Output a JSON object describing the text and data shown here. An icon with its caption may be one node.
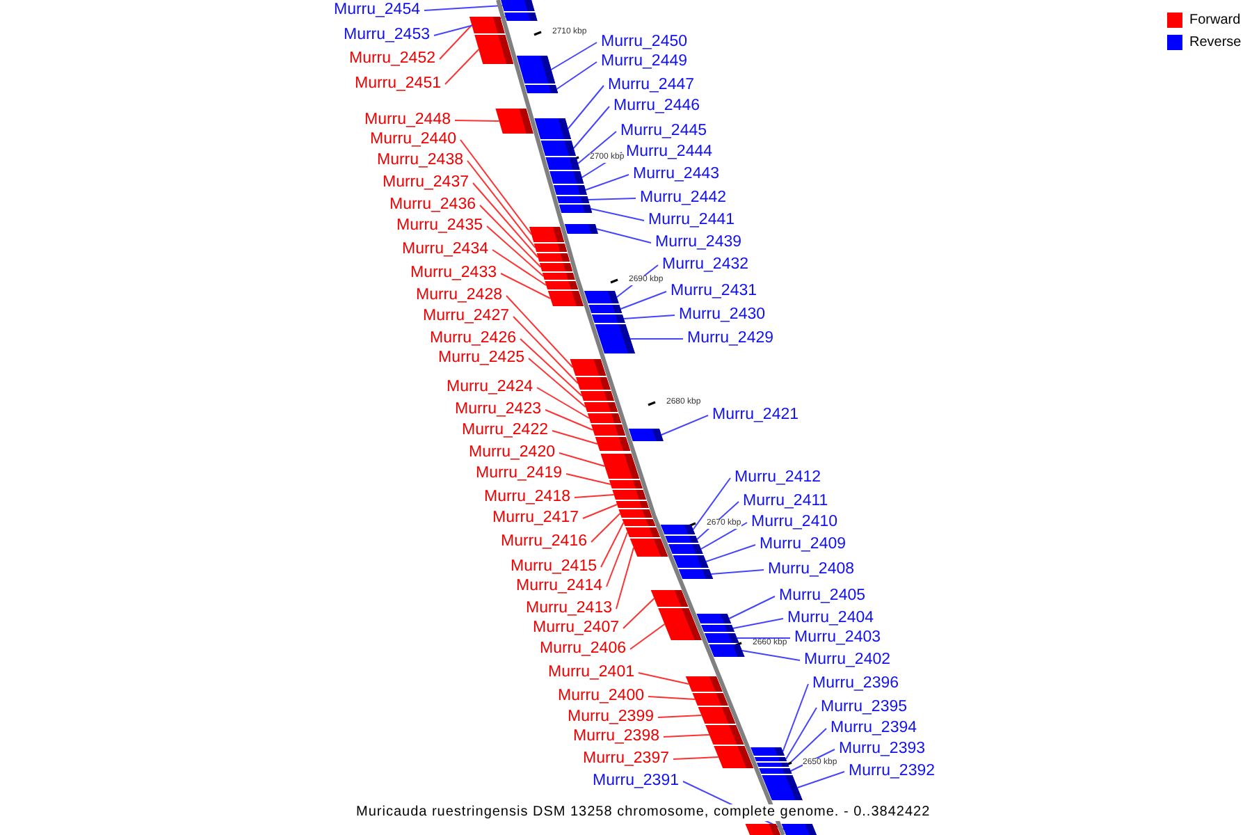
{
  "diagram": {
    "caption": "Muricauda ruestringensis DSM 13258 chromosome, complete genome. - 0..3842422",
    "nodes": [
      {
        "text": [
          "Murru_2454"
        ]
      },
      {
        "text": [
          "Murru_2453"
        ]
      },
      {
        "text": [
          "Murru_2452"
        ]
      },
      {
        "text": [
          "Murru_2451"
        ]
      },
      {
        "text": [
          "Murru_2448"
        ]
      },
      {
        "text": [
          "Murru_2440"
        ]
      },
      {
        "text": [
          "Murru_2438"
        ]
      },
      {
        "text": [
          "Murru_2437"
        ]
      },
      {
        "text": [
          "Murru_2436"
        ]
      },
      {
        "text": [
          "Murru_2435"
        ]
      },
      {
        "text": [
          "Murru_2434"
        ]
      },
      {
        "text": [
          "Murru_2433"
        ]
      },
      {
        "text": [
          "Murru_2428"
        ]
      },
      {
        "text": [
          "Murru_2427"
        ]
      },
      {
        "text": [
          "Murru_2426"
        ]
      },
      {
        "text": [
          "Murru_2425"
        ]
      },
      {
        "text": [
          "Murru_2424"
        ]
      },
      {
        "text": [
          "Murru_2423"
        ]
      },
      {
        "text": [
          "Murru_2422"
        ]
      },
      {
        "text": [
          "Murru_2420"
        ]
      },
      {
        "text": [
          "Murru_2419"
        ]
      },
      {
        "text": [
          "Murru_2418"
        ]
      },
      {
        "text": [
          "Murru_2417"
        ]
      },
      {
        "text": [
          "Murru_2416"
        ]
      },
      {
        "text": [
          "Murru_2415"
        ]
      },
      {
        "text": [
          "Murru_2414"
        ]
      },
      {
        "text": [
          "Murru_2413"
        ]
      },
      {
        "text": [
          "Murru_2407"
        ]
      },
      {
        "text": [
          "Murru_2406"
        ]
      },
      {
        "text": [
          "Murru_2401"
        ]
      },
      {
        "text": [
          "Murru_2400"
        ]
      },
      {
        "text": [
          "Murru_2399"
        ]
      },
      {
        "text": [
          "Murru_2398"
        ]
      },
      {
        "text": [
          "Murru_2397"
        ]
      },
      {
        "text": [
          "Murru_2391"
        ]
      },
      {
        "text": [
          "Murru_2450"
        ]
      },
      {
        "text": [
          "Murru_2449"
        ]
      },
      {
        "text": [
          "Murru_2447"
        ]
      },
      {
        "text": [
          "Murru_2446"
        ]
      },
      {
        "text": [
          "Murru_2445"
        ]
      },
      {
        "text": [
          "Murru_2444"
        ]
      },
      {
        "text": [
          "Murru_2443"
        ]
      },
      {
        "text": [
          "Murru_2442"
        ]
      },
      {
        "text": [
          "Murru_2441"
        ]
      },
      {
        "text": [
          "Murru_2439"
        ]
      },
      {
        "text": [
          "Murru_2432"
        ]
      },
      {
        "text": [
          "Murru_2431"
        ]
      },
      {
        "text": [
          "Murru_2430"
        ]
      },
      {
        "text": [
          "Murru_2429"
        ]
      },
      {
        "text": [
          "Murru_2421"
        ]
      },
      {
        "text": [
          "Murru_2412"
        ]
      },
      {
        "text": [
          "Murru_2411"
        ]
      },
      {
        "text": [
          "Murru_2410"
        ]
      },
      {
        "text": [
          "Murru_2409"
        ]
      },
      {
        "text": [
          "Murru_2408"
        ]
      },
      {
        "text": [
          "Murru_2405"
        ]
      },
      {
        "text": [
          "Murru_2404"
        ]
      },
      {
        "text": [
          "Murru_2403"
        ]
      },
      {
        "text": [
          "Murru_2402"
        ]
      },
      {
        "text": [
          "Murru_2396"
        ]
      },
      {
        "text": [
          "Murru_2395"
        ]
      },
      {
        "text": [
          "Murru_2394"
        ]
      },
      {
        "text": [
          "Murru_2393"
        ]
      },
      {
        "text": [
          "Murru_2392"
        ]
      },
      {
        "text": [],
        "shape": "bar"
      },
      {
        "text": [],
        "shape": "bar"
      },
      {
        "text": [],
        "shape": "bar"
      },
      {
        "text": [],
        "shape": "bar"
      },
      {
        "text": [],
        "shape": "bar"
      },
      {
        "text": [],
        "shape": "bar"
      },
      {
        "text": [],
        "shape": "bar"
      },
      {
        "text": [],
        "shape": "bar"
      },
      {
        "text": [],
        "shape": "bar"
      },
      {
        "text": [],
        "shape": "bar"
      },
      {
        "text": [],
        "shape": "bar"
      },
      {
        "text": [],
        "shape": "bar"
      },
      {
        "text": [],
        "shape": "bar"
      },
      {
        "text": [],
        "shape": "bar"
      },
      {
        "text": [],
        "shape": "bar"
      },
      {
        "text": [],
        "shape": "bar"
      },
      {
        "text": [],
        "shape": "bar"
      },
      {
        "text": [],
        "shape": "bar"
      },
      {
        "text": [],
        "shape": "bar"
      },
      {
        "text": [],
        "shape": "bar"
      },
      {
        "text": [],
        "shape": "bar"
      },
      {
        "text": [],
        "shape": "bar"
      },
      {
        "text": [],
        "shape": "bar"
      },
      {
        "text": [],
        "shape": "bar"
      },
      {
        "text": [],
        "shape": "bar"
      },
      {
        "text": [],
        "shape": "bar"
      },
      {
        "text": [],
        "shape": "bar"
      },
      {
        "text": [],
        "shape": "bar"
      },
      {
        "text": [],
        "shape": "bar"
      },
      {
        "text": [],
        "shape": "bar"
      },
      {
        "text": [],
        "shape": "bar"
      },
      {
        "text": [],
        "shape": "bar"
      },
      {
        "text": [],
        "shape": "bar"
      },
      {
        "text": [],
        "shape": "bar"
      },
      {
        "text": [],
        "shape": "bar"
      },
      {
        "text": [],
        "shape": "bar"
      },
      {
        "text": [],
        "shape": "bar"
      },
      {
        "text": [],
        "shape": "bar"
      },
      {
        "text": [],
        "shape": "bar"
      },
      {
        "text": [],
        "shape": "bar"
      },
      {
        "text": [],
        "shape": "bar"
      },
      {
        "text": [],
        "shape": "bar"
      },
      {
        "text": [],
        "shape": "bar"
      },
      {
        "text": [],
        "shape": "bar"
      },
      {
        "text": [],
        "shape": "bar"
      },
      {
        "text": [],
        "shape": "bar"
      },
      {
        "text": [],
        "shape": "bar"
      },
      {
        "text": [],
        "shape": "bar"
      },
      {
        "text": [],
        "shape": "bar"
      },
      {
        "text": [],
        "shape": "bar"
      },
      {
        "text": [],
        "shape": "bar"
      },
      {
        "text": [],
        "shape": "bar"
      },
      {
        "text": [],
        "shape": "bar"
      },
      {
        "text": [],
        "shape": "bar"
      },
      {
        "text": [],
        "shape": "bar"
      },
      {
        "text": [],
        "shape": "bar"
      },
      {
        "text": [],
        "shape": "bar"
      },
      {
        "text": [],
        "shape": "bar"
      },
      {
        "text": [],
        "shape": "bar"
      },
      {
        "text": [],
        "shape": "bar"
      },
      {
        "text": [],
        "shape": "bar"
      },
      {
        "text": [],
        "shape": "bar"
      },
      {
        "text": [],
        "shape": "bar"
      },
      {
        "text": [],
        "shape": "bar"
      },
      {
        "text": [],
        "shape": "bar"
      }
    ],
    "edges": [
      {
        "from": 0,
        "to": 64,
        "arrow": "none",
        "color": "#4444ff"
      },
      {
        "from": 1,
        "to": 65,
        "arrow": "none",
        "color": "#4444ff"
      },
      {
        "from": 2,
        "to": 66,
        "arrow": "none",
        "color": "#ff3030"
      },
      {
        "from": 3,
        "to": 67,
        "arrow": "none",
        "color": "#ff3030"
      },
      {
        "from": 4,
        "to": 70,
        "arrow": "none",
        "color": "#ff3030"
      },
      {
        "from": 5,
        "to": 79,
        "arrow": "none",
        "color": "#ff3030"
      },
      {
        "from": 6,
        "to": 80,
        "arrow": "none",
        "color": "#ff3030"
      },
      {
        "from": 7,
        "to": 81,
        "arrow": "none",
        "color": "#ff3030"
      },
      {
        "from": 8,
        "to": 82,
        "arrow": "none",
        "color": "#ff3030"
      },
      {
        "from": 9,
        "to": 83,
        "arrow": "none",
        "color": "#ff3030"
      },
      {
        "from": 10,
        "to": 84,
        "arrow": "none",
        "color": "#ff3030"
      },
      {
        "from": 11,
        "to": 85,
        "arrow": "none",
        "color": "#ff3030"
      },
      {
        "from": 12,
        "to": 90,
        "arrow": "none",
        "color": "#ff3030"
      },
      {
        "from": 13,
        "to": 91,
        "arrow": "none",
        "color": "#ff3030"
      },
      {
        "from": 14,
        "to": 92,
        "arrow": "none",
        "color": "#ff3030"
      },
      {
        "from": 15,
        "to": 93,
        "arrow": "none",
        "color": "#ff3030"
      },
      {
        "from": 16,
        "to": 94,
        "arrow": "none",
        "color": "#ff3030"
      },
      {
        "from": 17,
        "to": 95,
        "arrow": "none",
        "color": "#ff3030"
      },
      {
        "from": 18,
        "to": 97,
        "arrow": "none",
        "color": "#ff3030"
      },
      {
        "from": 19,
        "to": 98,
        "arrow": "none",
        "color": "#ff3030"
      },
      {
        "from": 20,
        "to": 99,
        "arrow": "none",
        "color": "#ff3030"
      },
      {
        "from": 21,
        "to": 100,
        "arrow": "none",
        "color": "#ff3030"
      },
      {
        "from": 22,
        "to": 101,
        "arrow": "none",
        "color": "#ff3030"
      },
      {
        "from": 23,
        "to": 102,
        "arrow": "none",
        "color": "#ff3030"
      },
      {
        "from": 24,
        "to": 103,
        "arrow": "none",
        "color": "#ff3030"
      },
      {
        "from": 25,
        "to": 105,
        "arrow": "none",
        "color": "#ff3030"
      },
      {
        "from": 26,
        "to": 107,
        "arrow": "none",
        "color": "#ff3030"
      },
      {
        "from": 27,
        "to": 111,
        "arrow": "none",
        "color": "#ff3030"
      },
      {
        "from": 28,
        "to": 114,
        "arrow": "none",
        "color": "#ff3030"
      },
      {
        "from": 29,
        "to": 117,
        "arrow": "none",
        "color": "#ff3030"
      },
      {
        "from": 30,
        "to": 118,
        "arrow": "none",
        "color": "#ff3030"
      },
      {
        "from": 31,
        "to": 119,
        "arrow": "none",
        "color": "#ff3030"
      },
      {
        "from": 32,
        "to": 120,
        "arrow": "none",
        "color": "#ff3030"
      },
      {
        "from": 33,
        "to": 123,
        "arrow": "none",
        "color": "#ff3030"
      },
      {
        "from": 34,
        "to": 127,
        "arrow": "none",
        "color": "#4444ff"
      },
      {
        "from": 35,
        "to": 68,
        "arrow": "none",
        "color": "#4444ff"
      },
      {
        "from": 36,
        "to": 69,
        "arrow": "none",
        "color": "#4444ff"
      },
      {
        "from": 37,
        "to": 71,
        "arrow": "none",
        "color": "#4444ff"
      },
      {
        "from": 38,
        "to": 72,
        "arrow": "none",
        "color": "#4444ff"
      },
      {
        "from": 39,
        "to": 73,
        "arrow": "none",
        "color": "#4444ff"
      },
      {
        "from": 40,
        "to": 74,
        "arrow": "none",
        "color": "#4444ff"
      },
      {
        "from": 41,
        "to": 75,
        "arrow": "none",
        "color": "#4444ff"
      },
      {
        "from": 42,
        "to": 76,
        "arrow": "none",
        "color": "#4444ff"
      },
      {
        "from": 43,
        "to": 77,
        "arrow": "none",
        "color": "#4444ff"
      },
      {
        "from": 44,
        "to": 78,
        "arrow": "none",
        "color": "#4444ff"
      },
      {
        "from": 45,
        "to": 86,
        "arrow": "none",
        "color": "#4444ff"
      },
      {
        "from": 46,
        "to": 87,
        "arrow": "none",
        "color": "#4444ff"
      },
      {
        "from": 47,
        "to": 88,
        "arrow": "none",
        "color": "#4444ff"
      },
      {
        "from": 48,
        "to": 89,
        "arrow": "none",
        "color": "#4444ff"
      },
      {
        "from": 49,
        "to": 96,
        "arrow": "none",
        "color": "#4444ff"
      },
      {
        "from": 50,
        "to": 104,
        "arrow": "none",
        "color": "#4444ff"
      },
      {
        "from": 51,
        "to": 106,
        "arrow": "none",
        "color": "#4444ff"
      },
      {
        "from": 52,
        "to": 108,
        "arrow": "none",
        "color": "#4444ff"
      },
      {
        "from": 53,
        "to": 109,
        "arrow": "none",
        "color": "#4444ff"
      },
      {
        "from": 54,
        "to": 110,
        "arrow": "none",
        "color": "#4444ff"
      },
      {
        "from": 55,
        "to": 112,
        "arrow": "none",
        "color": "#4444ff"
      },
      {
        "from": 56,
        "to": 113,
        "arrow": "none",
        "color": "#4444ff"
      },
      {
        "from": 57,
        "to": 115,
        "arrow": "none",
        "color": "#4444ff"
      },
      {
        "from": 58,
        "to": 116,
        "arrow": "none",
        "color": "#4444ff"
      },
      {
        "from": 59,
        "to": 121,
        "arrow": "none",
        "color": "#4444ff"
      },
      {
        "from": 60,
        "to": 122,
        "arrow": "none",
        "color": "#4444ff"
      },
      {
        "from": 61,
        "to": 124,
        "arrow": "none",
        "color": "#4444ff"
      },
      {
        "from": 62,
        "to": 125,
        "arrow": "none",
        "color": "#4444ff"
      },
      {
        "from": 63,
        "to": 126,
        "arrow": "none",
        "color": "#4444ff"
      }
    ],
    "labels": [
      "2710 kbp",
      "2700 kbp",
      "2690 kbp",
      "2680 kbp",
      "2670 kbp",
      "2660 kbp",
      "2650 kbp"
    ],
    "legend": [
      {
        "text": "Forward",
        "color": "#ff0000"
      },
      {
        "text": "Reverse",
        "color": "#0000ff"
      }
    ]
  }
}
